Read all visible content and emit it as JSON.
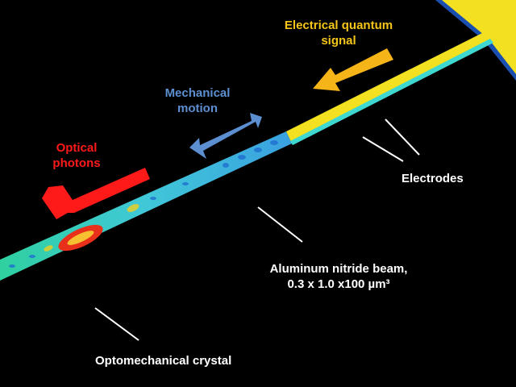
{
  "labels": {
    "electrical_line1": "Electrical quantum",
    "electrical_line2": "signal",
    "mechanical_line1": "Mechanical",
    "mechanical_line2": "motion",
    "optical_line1": "Optical",
    "optical_line2": "photons",
    "electrodes": "Electrodes",
    "beam_line1": "Aluminum nitride beam,",
    "beam_line2": "0.3 x 1.0 x100 µm³",
    "crystal": "Optomechanical crystal"
  },
  "colors": {
    "electrical": "#f5c518",
    "mechanical": "#5b8fd0",
    "optical": "#ff1a1a",
    "electrode": "#f2e021",
    "beam": "#33d6b0"
  }
}
